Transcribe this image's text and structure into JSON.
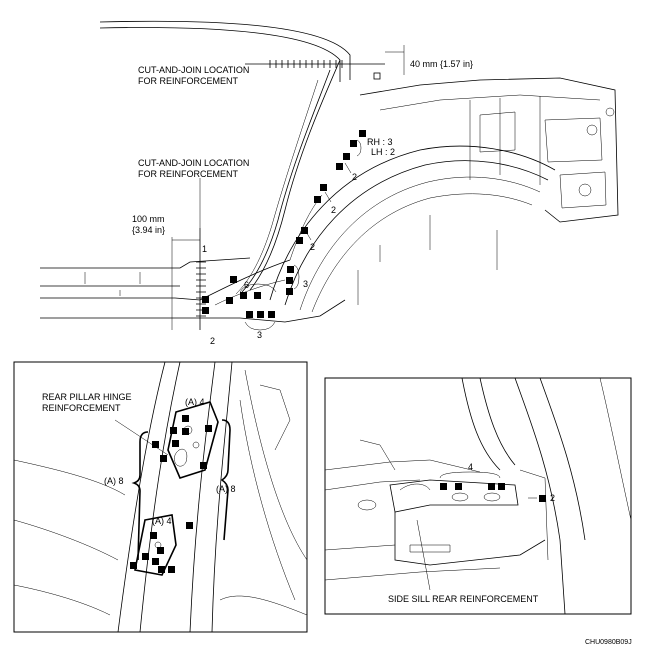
{
  "main_view": {
    "cut_label_top": [
      "CUT-AND-JOIN LOCATION",
      "FOR REINFORCEMENT"
    ],
    "cut_label_left": [
      "CUT-AND-JOIN LOCATION",
      "FOR REINFORCEMENT"
    ],
    "dim_top": "40 mm {1.57 in}",
    "dim_left": [
      "100 mm",
      "{3.94 in}"
    ],
    "rh_lh": [
      "RH : 3",
      "LH : 2"
    ],
    "count_labels": [
      "2",
      "2",
      "2",
      "3",
      "6",
      "1",
      "2",
      "3"
    ]
  },
  "detail_left": {
    "part_label": [
      "REAR PILLAR HINGE",
      "REINFORCEMENT"
    ],
    "labels": [
      "(A) 4",
      "(A) 8",
      "(A) 8",
      "(A) 4"
    ]
  },
  "detail_right": {
    "part_label": "SIDE SILL REAR REINFORCEMENT",
    "labels": [
      "4",
      "2"
    ]
  },
  "figure_code": "CHU0980B09J"
}
